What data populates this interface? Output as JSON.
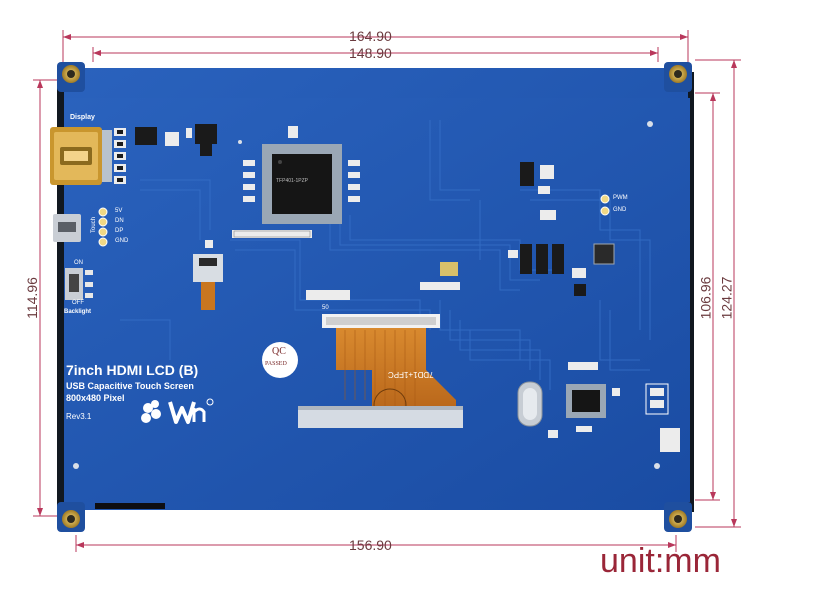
{
  "dimensions": {
    "top_outer": "164.90",
    "top_inner": "148.90",
    "bottom": "156.90",
    "left": "114.96",
    "right_inner": "106.96",
    "right_outer": "124.27",
    "unit": "unit:mm"
  },
  "board": {
    "display_label": "Display",
    "touch_label": "Touch",
    "pin_labels": [
      "5V",
      "DN",
      "DP",
      "GND"
    ],
    "switch_on": "ON",
    "switch_off": "OFF",
    "backlight_label": "Backlight",
    "pwm_pins": [
      "PWM",
      "GND"
    ],
    "product_title": "7inch HDMI LCD (B)",
    "product_line2": "USB Capacitive Touch Screen",
    "product_line3": "800x480 Pixel",
    "revision": "Rev3.1",
    "qc_top": "QC",
    "qc_bottom": "PASSED",
    "fpc_label": "7DD1+1FPC",
    "connector_pin": "50",
    "chip_text": "TFP401-1PZP"
  },
  "colors": {
    "board": "#1f56b0",
    "board_dark": "#174594",
    "dimension_line": "#b9375b",
    "dimension_text": "#6b3b3f",
    "unit_text": "#9a2638",
    "fpc": "#c9761f"
  }
}
